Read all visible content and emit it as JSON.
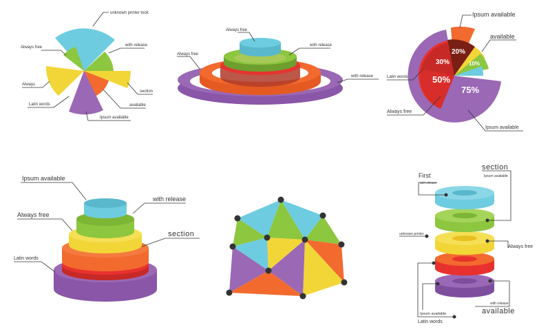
{
  "colors": {
    "cyan": "#6ECCE0",
    "green": "#8DC63F",
    "yellow": "#F2D638",
    "orange": "#F26A2E",
    "red": "#E8312F",
    "purple": "#9A68B5",
    "dark": "#333333"
  },
  "rose_chart": {
    "labels": {
      "top": "unknown printer took",
      "always_free": "Always free",
      "with_release": "with release",
      "always": "Always",
      "section": "section",
      "latin_words": "Latin words",
      "available": "available",
      "ipsum_available": "Ipsum available"
    }
  },
  "rings_chart": {
    "labels": {
      "always_free_top": "Always free",
      "always_free": "Always free",
      "with_release_top": "with release",
      "with_release": "with release"
    }
  },
  "radial_pie": {
    "percentages": [
      "20%",
      "30%",
      "10%",
      "50%",
      "75%"
    ],
    "labels": {
      "ipsum_available_top": "Ipsum available",
      "available": "available",
      "latin_words": "Latin words",
      "always_free": "Always free",
      "ipsum_available_bottom": "Ipsum available"
    }
  },
  "stacked_cylinders": {
    "labels": {
      "ipsum_available": "Ipsum available",
      "with_release": "with release",
      "always_free": "Always free",
      "section": "section",
      "latin_words": "Latin words"
    }
  },
  "ring_stack": {
    "labels": {
      "first": "First",
      "with_release_small": "with release",
      "section": "section",
      "ipsum_available_small": "Ipsum available",
      "unknown_printer": "unknown printer",
      "always_free": "Always free",
      "with_release_bottom": "with release",
      "available": "available",
      "ipsum_available_bottom": "Ipsum available",
      "latin_words": "Latin words"
    }
  }
}
